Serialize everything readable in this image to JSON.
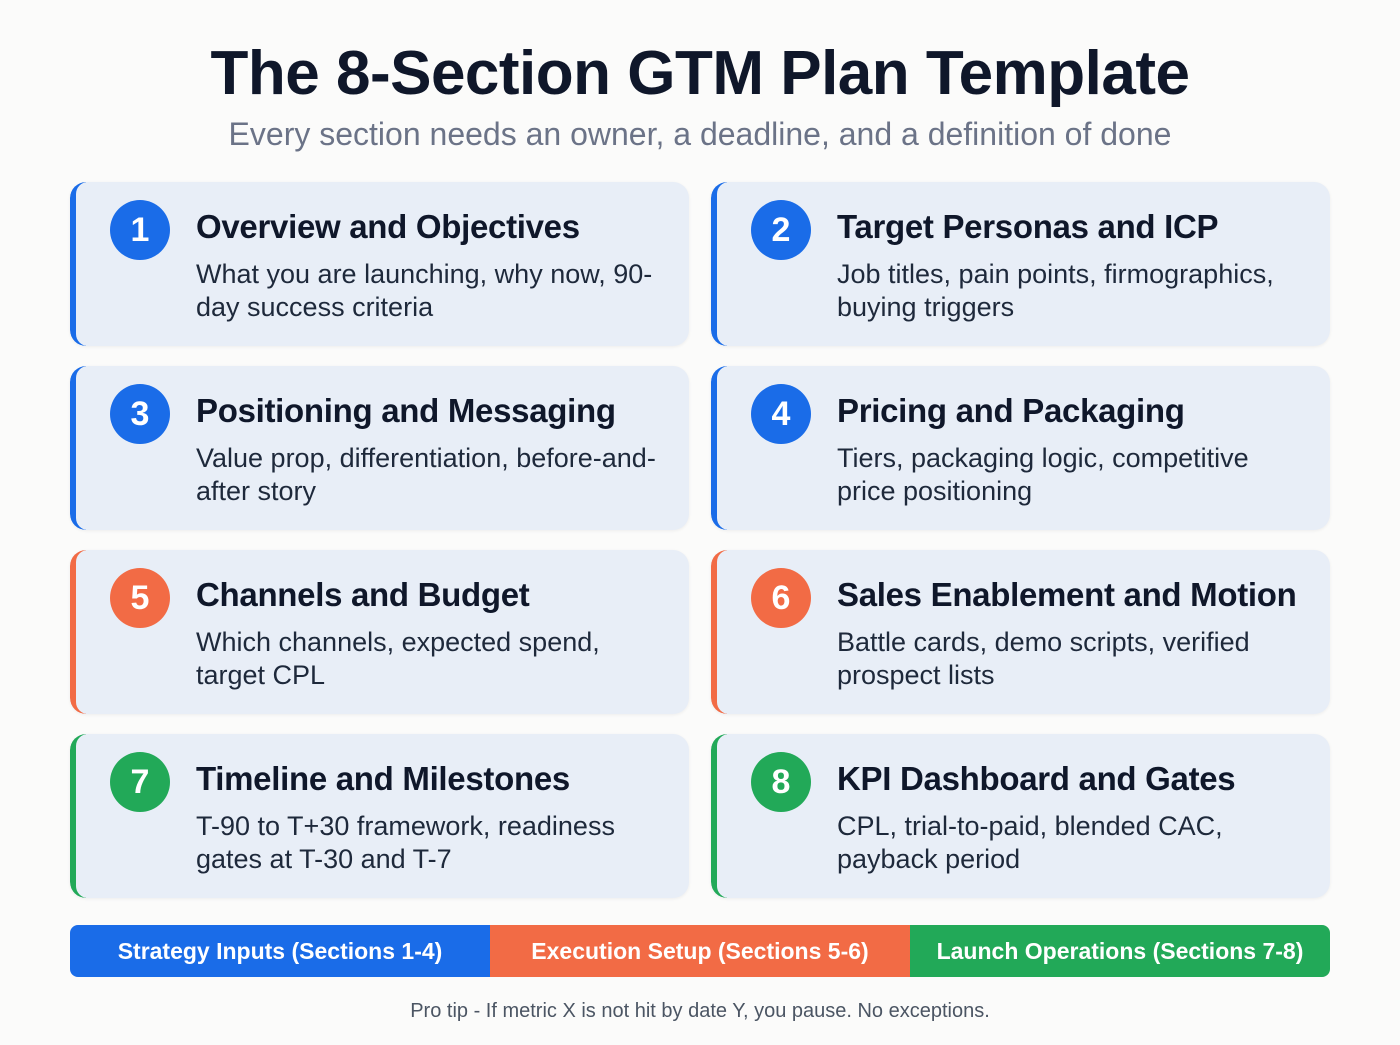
{
  "header": {
    "title": "The 8-Section GTM Plan Template",
    "subtitle": "Every section needs an owner, a deadline, and a definition of done"
  },
  "colors": {
    "strategy": "#1a6ce8",
    "execution": "#f26b45",
    "launch": "#22a958",
    "card_bg": "#e8eef7",
    "title_text": "#0f172a"
  },
  "sections": [
    {
      "number": "1",
      "title": "Overview and Objectives",
      "description": "What you are launching, why now, 90-day success criteria",
      "group": "strategy"
    },
    {
      "number": "2",
      "title": "Target Personas and ICP",
      "description": "Job titles, pain points, firmographics, buying triggers",
      "group": "strategy"
    },
    {
      "number": "3",
      "title": "Positioning and Messaging",
      "description": "Value prop, differentiation, before-and-after story",
      "group": "strategy"
    },
    {
      "number": "4",
      "title": "Pricing and Packaging",
      "description": "Tiers, packaging logic, competitive price positioning",
      "group": "strategy"
    },
    {
      "number": "5",
      "title": "Channels and Budget",
      "description": "Which channels, expected spend, target CPL",
      "group": "execution"
    },
    {
      "number": "6",
      "title": "Sales Enablement and Motion",
      "description": "Battle cards, demo scripts, verified prospect lists",
      "group": "execution"
    },
    {
      "number": "7",
      "title": "Timeline and Milestones",
      "description": "T-90 to T+30 framework, readiness gates at T-30 and T-7",
      "group": "launch"
    },
    {
      "number": "8",
      "title": "KPI Dashboard and Gates",
      "description": "CPL, trial-to-paid, blended CAC, payback period",
      "group": "launch"
    }
  ],
  "legend": [
    {
      "label": "Strategy Inputs (Sections 1-4)",
      "color": "#1a6ce8"
    },
    {
      "label": "Execution Setup (Sections 5-6)",
      "color": "#f26b45"
    },
    {
      "label": "Launch Operations (Sections 7-8)",
      "color": "#22a958"
    }
  ],
  "footer": {
    "tip": "Pro tip - If metric X is not hit by date Y, you pause. No exceptions."
  }
}
